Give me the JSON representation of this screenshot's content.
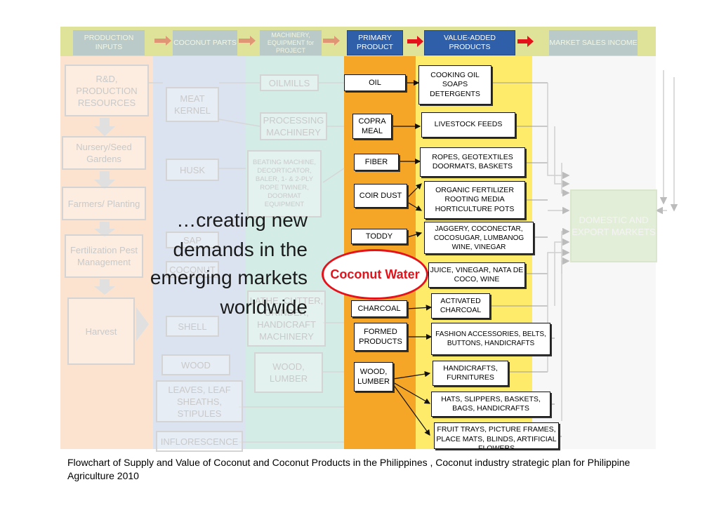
{
  "headers": {
    "production_inputs": "PRODUCTION INPUTS",
    "coconut_parts": "COCONUT PARTS",
    "machinery": "MACHINERY, EQUIPMENT for PROJECT",
    "primary_product": "PRIMARY PRODUCT",
    "value_added": "VALUE-ADDED PRODUCTS",
    "market_sales": "MARKET SALES INCOME"
  },
  "inputs": [
    "R&D, PRODUCTION RESOURCES",
    "Nursery/Seed Gardens",
    "Farmers/ Planting",
    "Fertilization Pest Management",
    "Harvest"
  ],
  "parts": [
    "MEAT KERNEL",
    "HUSK",
    "SAP",
    "COCONUT",
    "SHELL",
    "WOOD",
    "LEAVES, LEAF SHEATHS, STIPULES",
    "INFLORESCENCE"
  ],
  "machinery": [
    "OILMILLS",
    "PROCESSING MACHINERY",
    "BEATING MACHINE, DECORTICATOR, BALER, 1- & 2-PLY ROPE TWINER, DOORMAT EQUIPMENT",
    "LATHE, CUTTER, GRINDER, HANDICRAFT MACHINERY",
    "WOOD, LUMBER"
  ],
  "primary": [
    "OIL",
    "COPRA MEAL",
    "FIBER",
    "COIR DUST",
    "TODDY",
    "CHARCOAL",
    "FORMED PRODUCTS",
    "WOOD, LUMBER"
  ],
  "coconut_water": "Coconut Water",
  "value_added": [
    "COOKING OIL SOAPS DETERGENTS",
    "LIVESTOCK FEEDS",
    "ROPES, GEOTEXTILES DOORMATS, BASKETS",
    "ORGANIC FERTILIZER ROOTING MEDIA HORTICULTURE POTS",
    "JAGGERY, COCONECTAR, COCOSUGAR, LUMBANOG WINE, VINEGAR",
    "JUICE, VINEGAR, NATA DE COCO, WINE",
    "ACTIVATED CHARCOAL",
    "FASHION ACCESSORIES, BELTS, BUTTONS, HANDICRAFTS",
    "HANDICRAFTS, FURNITURES",
    "HATS, SLIPPERS, BASKETS, BAGS, HANDICRAFTS",
    "FRUIT TRAYS, PICTURE FRAMES, PLACE MATS, BLINDS, ARTIFICIAL FLOWERS"
  ],
  "markets": "DOMESTIC AND EXPORT MARKETS",
  "overlay_text": [
    "…creating new",
    "demands in the",
    "emerging markets",
    "worldwide"
  ],
  "caption": "Flowchart of Supply and Value of Coconut and Coconut Products in the Philippines , Coconut industry strategic plan for Philippine Agriculture 2010",
  "colors": {
    "header_band": "#dfe39a",
    "inputs_band": "#fbe3cf",
    "parts_band": "#dbe3f0",
    "machinery_band": "#d4ece6",
    "primary_band": "#f6a626",
    "value_band": "#ffeb6a",
    "arrow_red": "#e05555",
    "oval_red": "#e3121b",
    "header_active": "#2f5fa8"
  }
}
